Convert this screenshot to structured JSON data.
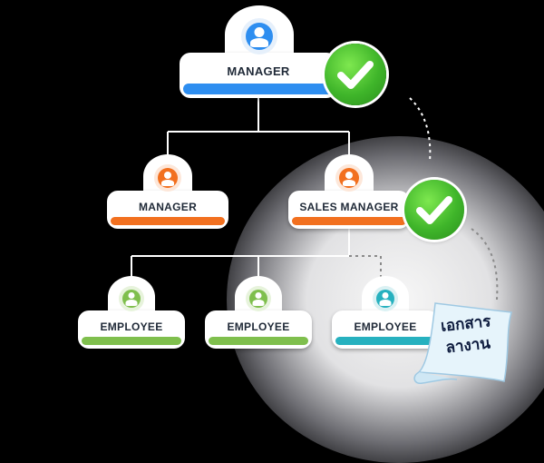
{
  "nodes": {
    "top_manager": {
      "label": "MANAGER",
      "accent": "#2e8ef0",
      "avatar": "user-avatar-icon"
    },
    "left_manager": {
      "label": "MANAGER",
      "accent": "#f2701f",
      "avatar": "user-avatar-icon"
    },
    "sales_manager": {
      "label": "SALES MANAGER",
      "accent": "#f2701f",
      "avatar": "user-avatar-icon"
    },
    "employee_1": {
      "label": "EMPLOYEE",
      "accent": "#7fbf4d",
      "avatar": "user-avatar-icon"
    },
    "employee_2": {
      "label": "EMPLOYEE",
      "accent": "#7fbf4d",
      "avatar": "user-avatar-icon"
    },
    "employee_3": {
      "label": "EMPLOYEE",
      "accent": "#27b1bf",
      "avatar": "user-avatar-icon"
    }
  },
  "document": {
    "line1": "เอกสาร",
    "line2": "ลางาน",
    "icon": "document-icon"
  },
  "approvals": {
    "icon": "check-mark-icon",
    "color": "#3fb52a"
  }
}
